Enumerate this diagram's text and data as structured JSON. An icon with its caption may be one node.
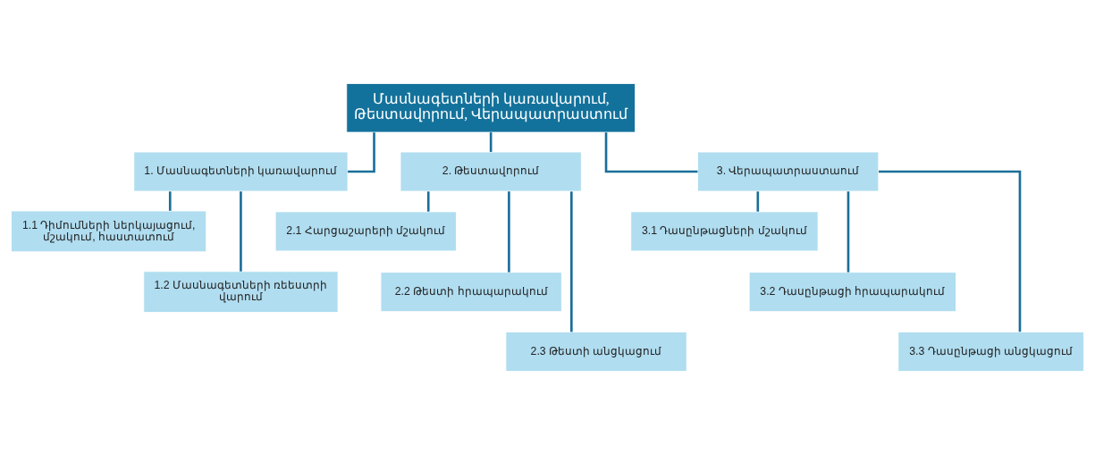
{
  "diagram": {
    "nodes": [
      {
        "text": [
          "Մասնագետների կառավարում, Թեստավորում, Վերապատրաստում"
        ]
      },
      {
        "text": [
          "1. Մասնագետների կառավարում"
        ]
      },
      {
        "text": [
          "2. Թեստավորում"
        ]
      },
      {
        "text": [
          "3. Վերապատրաստաում"
        ]
      },
      {
        "text": [
          "1.1 Դիմումների ներկայացում, մշակում, հաստատում"
        ]
      },
      {
        "text": [
          "1.2 Մասնագետների ռեեստրի վարում"
        ]
      },
      {
        "text": [
          "2.1 Հարցաշարերի մշակում"
        ]
      },
      {
        "text": [
          "2.2 Թեստի հրապարակում"
        ]
      },
      {
        "text": [
          "2.3 Թեստի անցկացում"
        ]
      },
      {
        "text": [
          "3.1 Դասընթացների մշակում"
        ]
      },
      {
        "text": [
          "3.2 Դասընթացի հրապարակում"
        ]
      },
      {
        "text": [
          "3.3 Դասընթացի անցկացում"
        ]
      }
    ],
    "edges": [
      {
        "from": 0,
        "to": 1,
        "arrow": "none"
      },
      {
        "from": 0,
        "to": 2,
        "arrow": "none"
      },
      {
        "from": 0,
        "to": 3,
        "arrow": "none"
      },
      {
        "from": 1,
        "to": 4,
        "arrow": "none"
      },
      {
        "from": 1,
        "to": 5,
        "arrow": "none"
      },
      {
        "from": 2,
        "to": 6,
        "arrow": "none"
      },
      {
        "from": 2,
        "to": 7,
        "arrow": "none"
      },
      {
        "from": 2,
        "to": 8,
        "arrow": "none"
      },
      {
        "from": 3,
        "to": 9,
        "arrow": "none"
      },
      {
        "from": 3,
        "to": 10,
        "arrow": "none"
      },
      {
        "from": 3,
        "to": 11,
        "arrow": "none"
      }
    ]
  }
}
